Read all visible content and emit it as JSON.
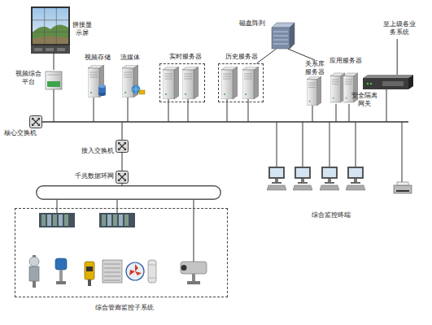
{
  "diagram": {
    "nodes": [
      {
        "text": [
          "拼接显示屏"
        ]
      },
      {
        "text": [
          "视频综合平台"
        ]
      },
      {
        "text": [
          "视频存储"
        ]
      },
      {
        "text": [
          "流媒体"
        ]
      },
      {
        "text": [
          "实时服务器"
        ]
      },
      {
        "text": [
          "历史服务器"
        ]
      },
      {
        "text": [
          "磁盘阵列"
        ]
      },
      {
        "text": [
          "关系库服务器"
        ]
      },
      {
        "text": [
          "应用服务器"
        ]
      },
      {
        "text": [
          "至上级各业务系统"
        ]
      },
      {
        "text": [
          "安全隔离网关"
        ]
      },
      {
        "text": [
          "核心交换机"
        ]
      },
      {
        "text": [
          "接入交换机"
        ]
      },
      {
        "text": [
          "千兆数据环网"
        ]
      },
      {
        "text": [
          "综合监控终端"
        ]
      },
      {
        "text": [
          "综合管廊监控子系统"
        ]
      }
    ],
    "edges": [
      {
        "from": 1,
        "to": 0,
        "arrow": "none"
      },
      {
        "from": 6,
        "to": 5,
        "arrow": "none"
      },
      {
        "from": 6,
        "to": 7,
        "arrow": "none"
      },
      {
        "from": 10,
        "to": 9,
        "arrow": "none"
      },
      {
        "from": 12,
        "to": 13,
        "arrow": "none"
      }
    ]
  }
}
